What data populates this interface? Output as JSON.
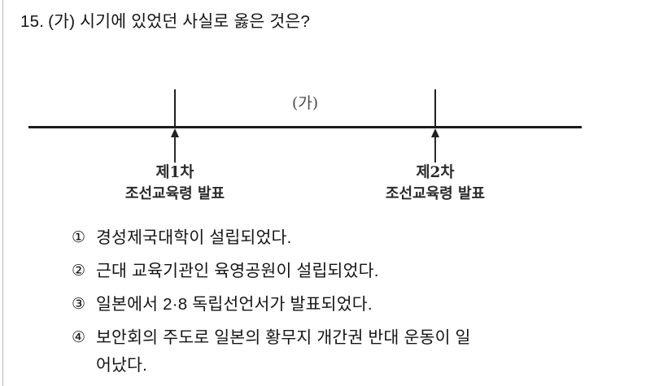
{
  "question": {
    "number": "15.",
    "text": "(가) 시기에 있었던 사실로 옳은 것은?"
  },
  "figure": {
    "period_label": "(가)",
    "markers": [
      {
        "line1": "제1차",
        "line2": "조선교육령 발표"
      },
      {
        "line1": "제2차",
        "line2": "조선교육령 발표"
      }
    ]
  },
  "choices": [
    {
      "marker": "①",
      "text": "경성제국대학이 설립되었다."
    },
    {
      "marker": "②",
      "text": "근대 교육기관인 육영공원이 설립되었다."
    },
    {
      "marker": "③",
      "text": "일본에서 2·8 독립선언서가 발표되었다."
    },
    {
      "marker": "④",
      "text": "보안회의 주도로 일본의 황무지 개간권 반대 운동이 일\n어났다."
    }
  ]
}
